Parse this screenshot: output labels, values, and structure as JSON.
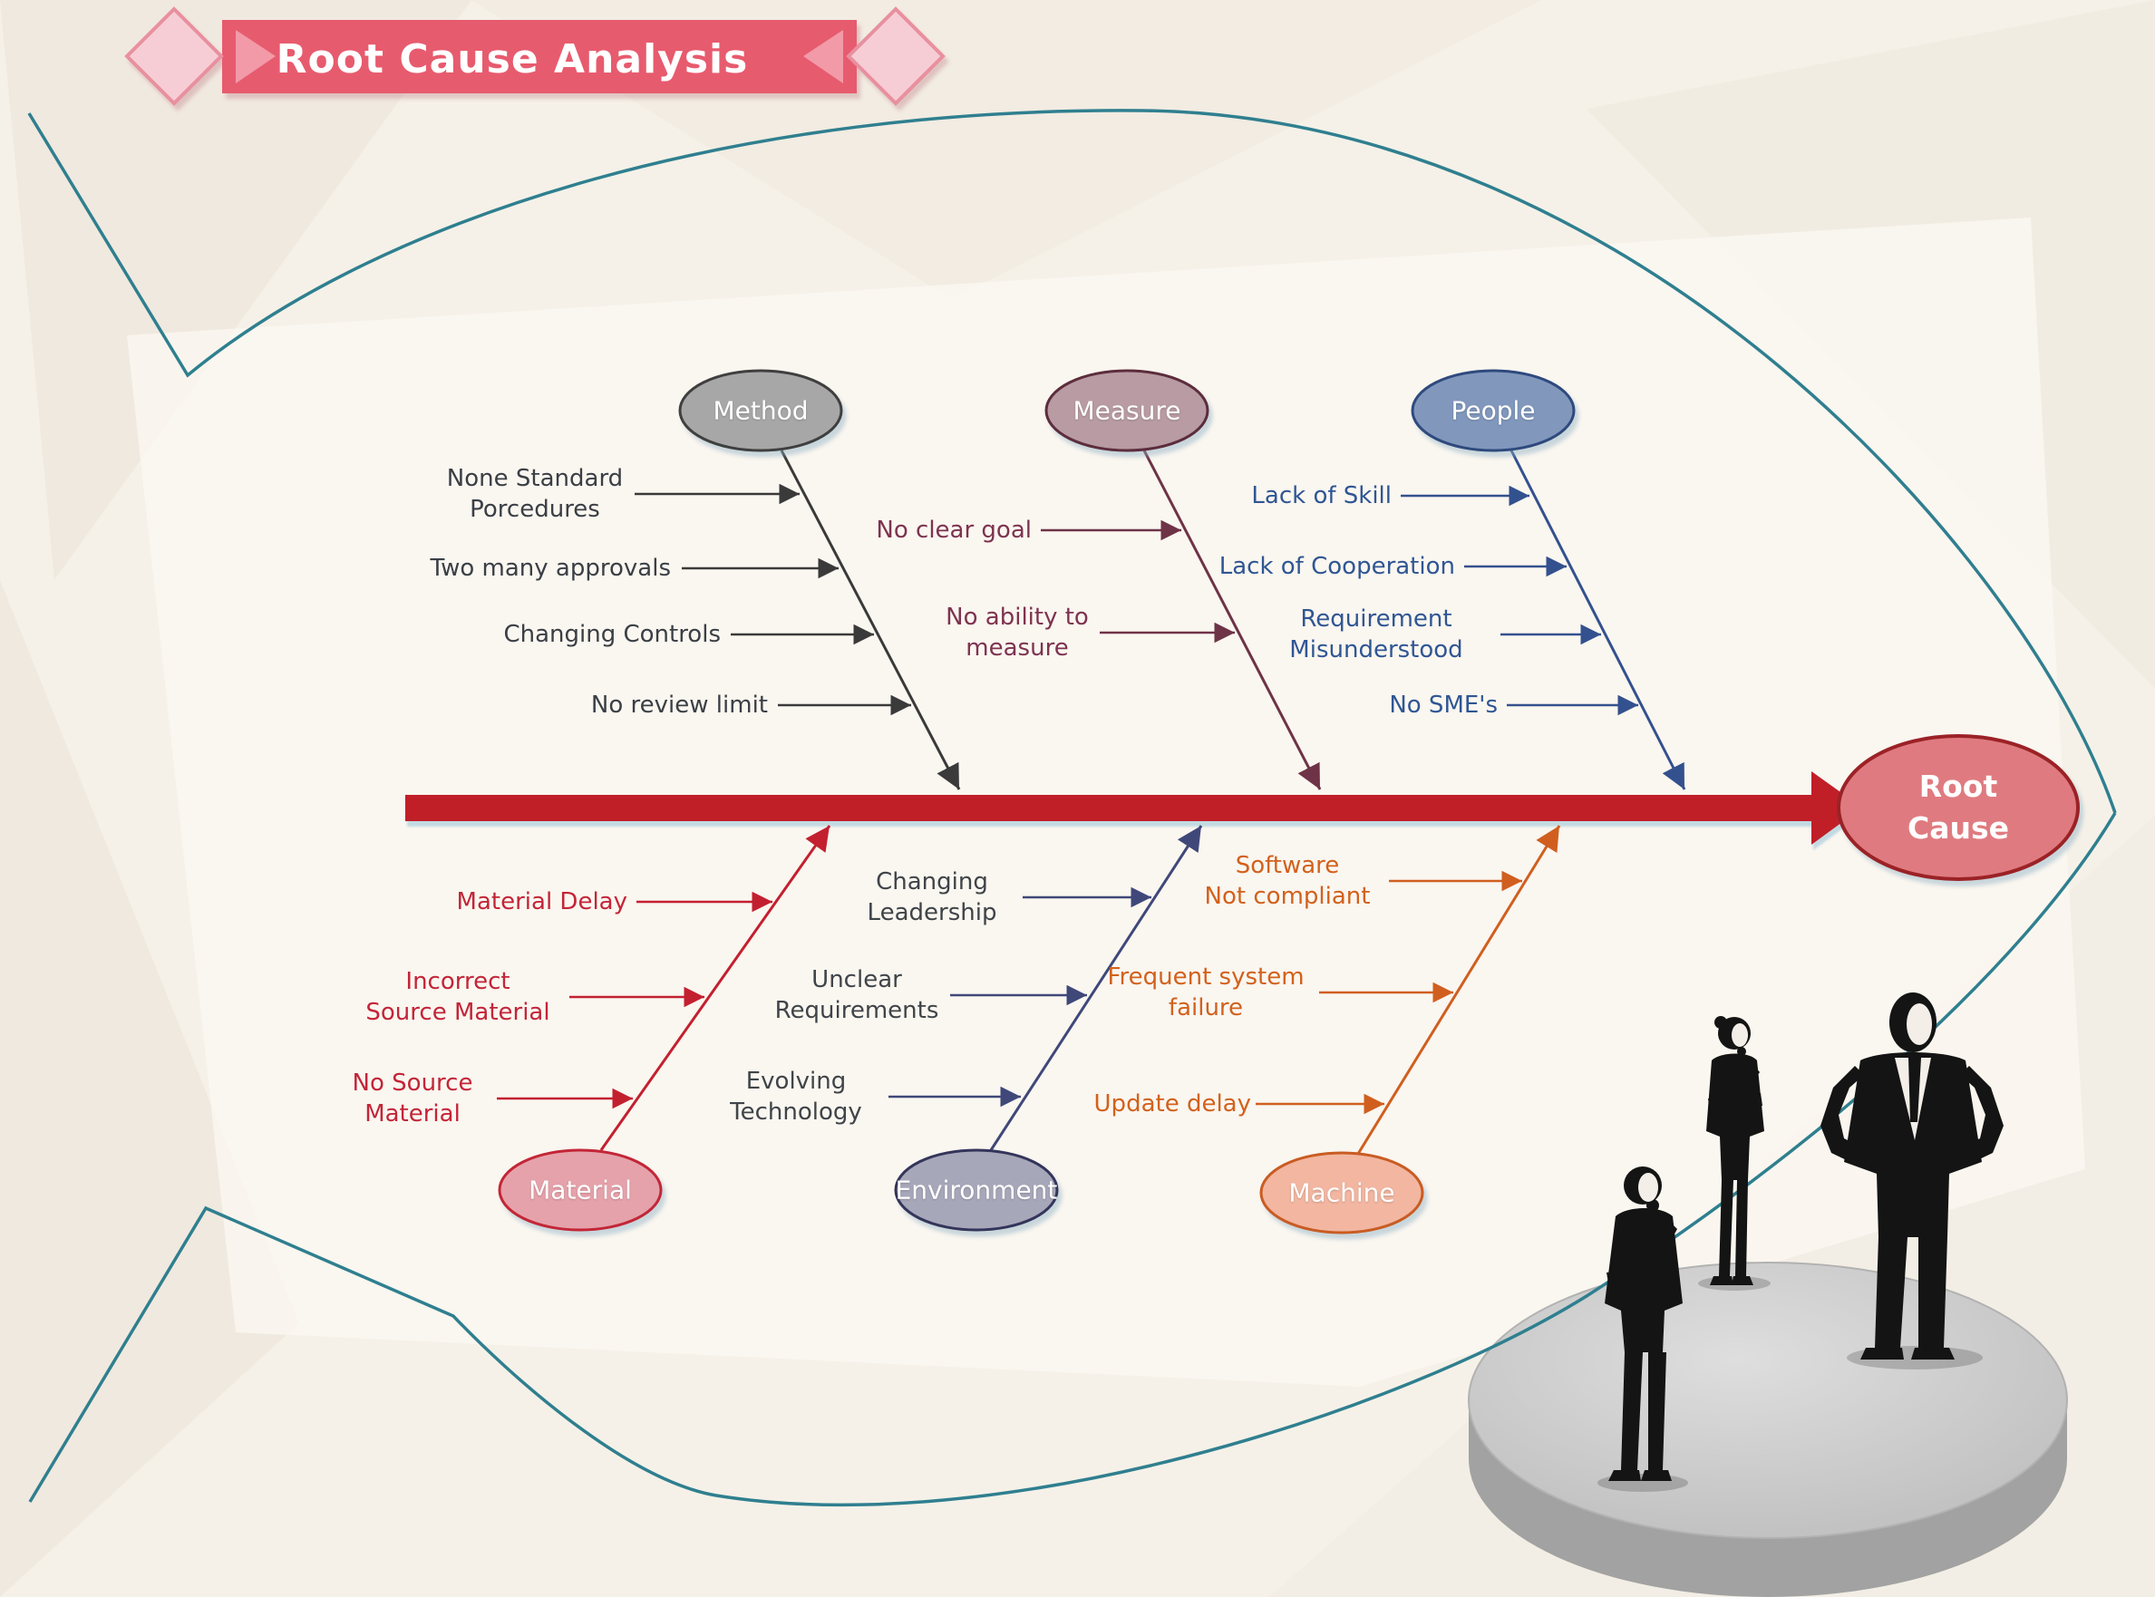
{
  "title_banner": {
    "label": "Root Cause Analysis",
    "banner_color": "#e75b6e",
    "fold_color": "#f29aa8",
    "diamond_fill": "#f7cdd5",
    "diamond_stroke": "#e8909f",
    "text_color": "#ffffff"
  },
  "background": {
    "base_color": "#f5f1e8",
    "fish_outline_color": "#2f7f8f"
  },
  "fishbone": {
    "spine_color": "#c01f28",
    "effect": {
      "label": "Root Cause",
      "lines": [
        "Root",
        "Cause"
      ],
      "fill": "#df7b80",
      "stroke": "#9b2226",
      "text_color": "#ffffff"
    },
    "branches": [
      {
        "label": "Method",
        "side": "top",
        "ellipse_fill": "#a7a7a7",
        "ellipse_stroke": "#3f3f3f",
        "line_color": "#3a3a3a",
        "text_color": "#3a3f45",
        "causes": [
          {
            "text": "None Standard Porcedures",
            "lines": [
              "None Standard",
              "Porcedures"
            ]
          },
          {
            "text": "Two many approvals",
            "lines": [
              "Two many approvals"
            ]
          },
          {
            "text": "Changing Controls",
            "lines": [
              "Changing Controls"
            ]
          },
          {
            "text": "No review limit",
            "lines": [
              "No review limit"
            ]
          }
        ]
      },
      {
        "label": "Measure",
        "side": "top",
        "ellipse_fill": "#b89ba3",
        "ellipse_stroke": "#5c2d3c",
        "line_color": "#6e3347",
        "text_color": "#7d3350",
        "causes": [
          {
            "text": "No clear goal",
            "lines": [
              "No clear goal"
            ]
          },
          {
            "text": "No ability to measure",
            "lines": [
              "No ability to",
              "measure"
            ]
          }
        ]
      },
      {
        "label": "People",
        "side": "top",
        "ellipse_fill": "#8197bc",
        "ellipse_stroke": "#2e4a7d",
        "line_color": "#33518e",
        "text_color": "#2f5693",
        "causes": [
          {
            "text": "Lack of Skill",
            "lines": [
              "Lack of Skill"
            ]
          },
          {
            "text": "Lack of Cooperation",
            "lines": [
              "Lack of Cooperation"
            ]
          },
          {
            "text": "Requirement Misunderstood",
            "lines": [
              "Requirement",
              "Misunderstood"
            ]
          },
          {
            "text": "No SME's",
            "lines": [
              "No SME's"
            ]
          }
        ]
      },
      {
        "label": "Material",
        "side": "bottom",
        "ellipse_fill": "#e5a2aa",
        "ellipse_stroke": "#c32637",
        "line_color": "#c3202f",
        "text_color": "#c32538",
        "causes": [
          {
            "text": "Material Delay",
            "lines": [
              "Material Delay"
            ]
          },
          {
            "text": "Incorrect Source Material",
            "lines": [
              "Incorrect",
              "Source Material"
            ]
          },
          {
            "text": "No Source Material",
            "lines": [
              "No Source",
              "Material"
            ]
          }
        ]
      },
      {
        "label": "Environment",
        "side": "bottom",
        "ellipse_fill": "#a7a7ba",
        "ellipse_stroke": "#34355a",
        "line_color": "#3f4879",
        "text_color": "#3f4448",
        "causes": [
          {
            "text": "Changing Leadership",
            "lines": [
              "Changing",
              "Leadership"
            ]
          },
          {
            "text": "Unclear Requirements",
            "lines": [
              "Unclear",
              "Requirements"
            ]
          },
          {
            "text": "Evolving Technology",
            "lines": [
              "Evolving",
              "Technology"
            ]
          }
        ]
      },
      {
        "label": "Machine",
        "side": "bottom",
        "ellipse_fill": "#f2b6a1",
        "ellipse_stroke": "#c95c22",
        "line_color": "#d05f1f",
        "text_color": "#d2611c",
        "causes": [
          {
            "text": "Software Not compliant",
            "lines": [
              "Software",
              "Not compliant"
            ]
          },
          {
            "text": "Frequent system failure",
            "lines": [
              "Frequent system",
              "failure"
            ]
          },
          {
            "text": "Update delay",
            "lines": [
              "Update delay"
            ]
          }
        ]
      }
    ]
  },
  "illustration": {
    "platform_top_color": "#cccccc",
    "platform_side_color": "#a2a2a2",
    "figures_color": "#141414",
    "name": "business-people-silhouettes-on-round-platform"
  }
}
